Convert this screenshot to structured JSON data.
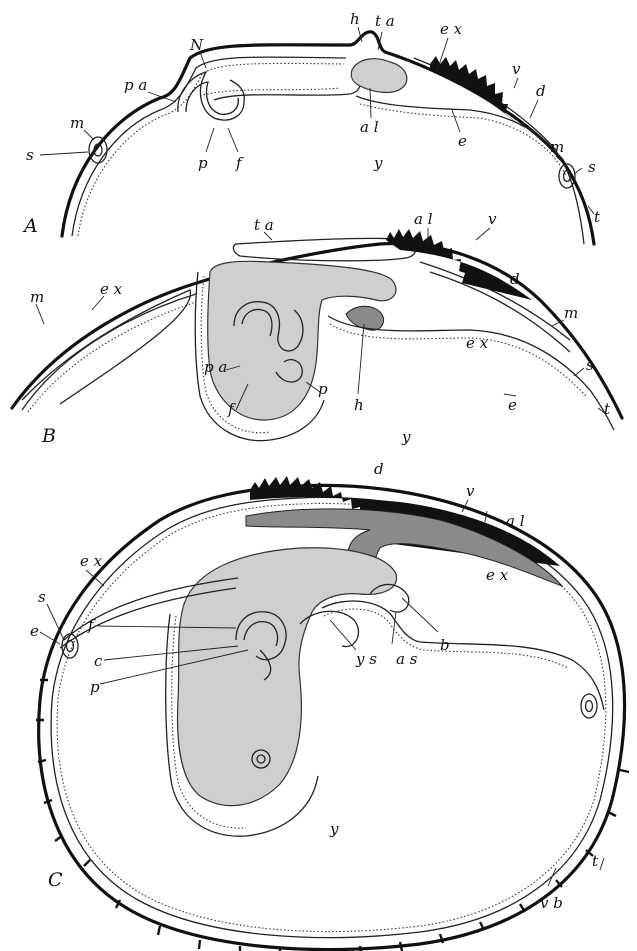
{
  "figure": {
    "panels": {
      "A": {
        "panel_label": "A",
        "labels": {
          "N": "N",
          "h": "h",
          "ta": "t a",
          "ex": "e x",
          "pa": "p a",
          "v": "v",
          "m_left": "m",
          "d": "d",
          "s_left": "s",
          "al": "a l",
          "p": "p",
          "f": "f",
          "y": "y",
          "e": "e",
          "m_right": "m",
          "s_right": "s",
          "t": "t"
        }
      },
      "B": {
        "panel_label": "B",
        "labels": {
          "ta": "t a",
          "al": "a l",
          "v": "v",
          "d": "d",
          "ex_left": "e x",
          "m_left": "m",
          "m_right": "m",
          "ex_right": "e x",
          "pa": "p a",
          "p": "p",
          "f": "f",
          "h": "h",
          "s": "s",
          "e": "e",
          "t": "t",
          "y": "y"
        }
      },
      "C": {
        "panel_label": "C",
        "labels": {
          "d": "d",
          "v": "v",
          "al": "a l",
          "ex_left": "e x",
          "ex_right": "e x",
          "s": "s",
          "e": "e",
          "f": "f",
          "c": "c",
          "ys": "y s",
          "as": "a s",
          "b": "b",
          "p": "p",
          "y": "y",
          "t": "t",
          "vb": "v b"
        }
      }
    }
  }
}
